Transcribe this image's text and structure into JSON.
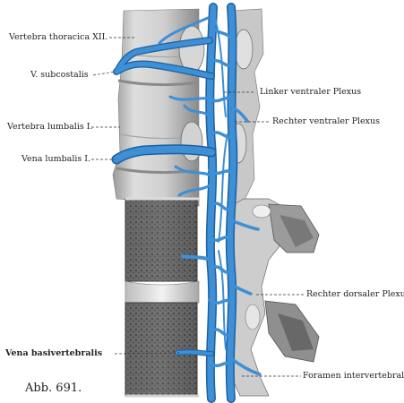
{
  "labels": {
    "vertebra_thoracica": "Vertebra thoracica XII.",
    "v_subcostalis": "V. subcostalis",
    "vertebra_lumbalis": "Vertebra lumbalis I.",
    "vena_lumbalis": "Vena lumbalis I.",
    "vena_basivertebralis": "Vena basivertebralis",
    "linker_ventraler": "Linker ventraler Plexus",
    "rechter_ventraler": "Rechter ventraler Plexus",
    "rechter_dorsaler": "Rechter dorsaler Plexus",
    "foramen": "Foramen intervertebrale"
  },
  "caption": "Abb. 691.",
  "colors": {
    "vein": "#3d8fd6",
    "vein_dark": "#1f5f9e",
    "bone_light": "#ececec",
    "bone_mid": "#b9b9b9",
    "bone_dark": "#5e5e5e"
  }
}
